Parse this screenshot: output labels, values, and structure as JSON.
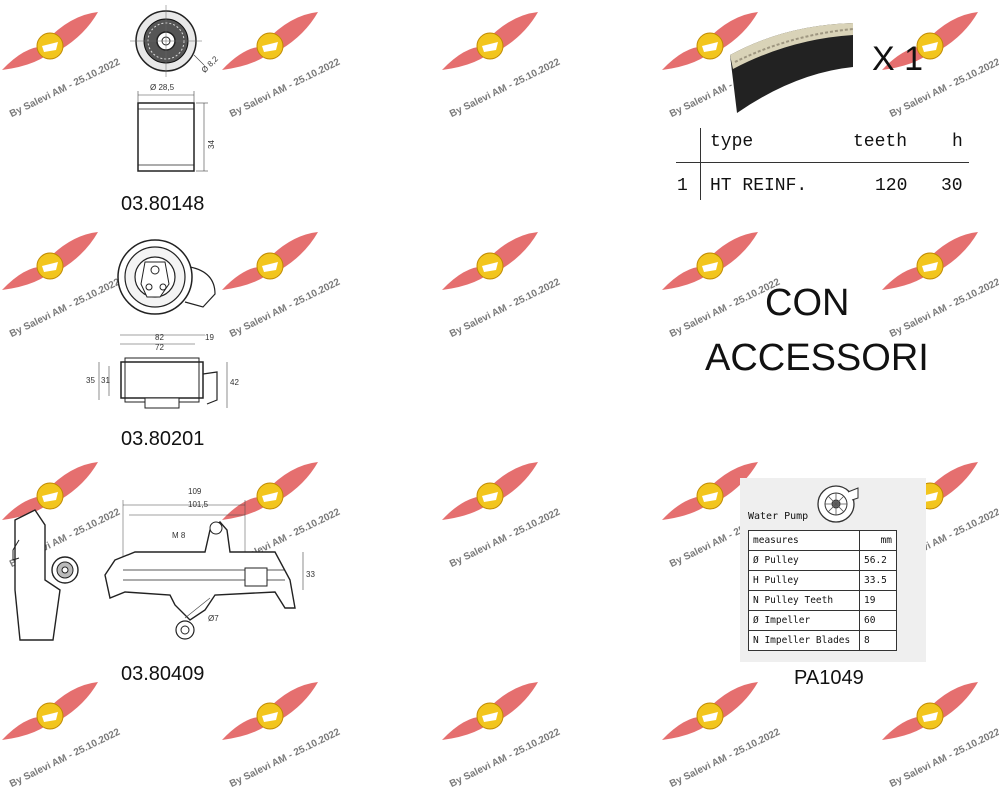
{
  "watermark": {
    "text": "By Salevi AM - 25.10.2022"
  },
  "parts": [
    {
      "code": "03.80148"
    },
    {
      "code": "03.80201"
    },
    {
      "code": "03.80409"
    },
    {
      "code": "PA1049"
    }
  ],
  "drawings": {
    "idler": {
      "dim_diameter": "Ø 28,5",
      "dim_height": "34",
      "dim_side": "Ø 8,2"
    },
    "tensioner": {
      "dim_82": "82",
      "dim_72": "72",
      "dim_19": "19",
      "dim_35": "35",
      "dim_31": "31",
      "dim_42": "42"
    },
    "guide": {
      "dim_109": "109",
      "dim_101_5": "101,5",
      "dim_m8": "M 8",
      "dim_33": "33",
      "dim_7": "Ø7"
    }
  },
  "belt": {
    "quantity": "X 1",
    "headers": {
      "num": "",
      "type": "type",
      "teeth": "teeth",
      "h": "h"
    },
    "row": {
      "num": "1",
      "type": "HT REINF.",
      "teeth": "120",
      "h": "30"
    }
  },
  "accessories": {
    "line1": "CON",
    "line2": "ACCESSORI"
  },
  "water_pump": {
    "title": "Water Pump",
    "header": {
      "label": "measures",
      "unit": "mm"
    },
    "rows": [
      {
        "label": "Ø Pulley",
        "value": "56.2"
      },
      {
        "label": "H Pulley",
        "value": "33.5"
      },
      {
        "label": "N Pulley Teeth",
        "value": "19"
      },
      {
        "label": "Ø Impeller",
        "value": "60"
      },
      {
        "label": "N Impeller Blades",
        "value": "8"
      }
    ]
  }
}
